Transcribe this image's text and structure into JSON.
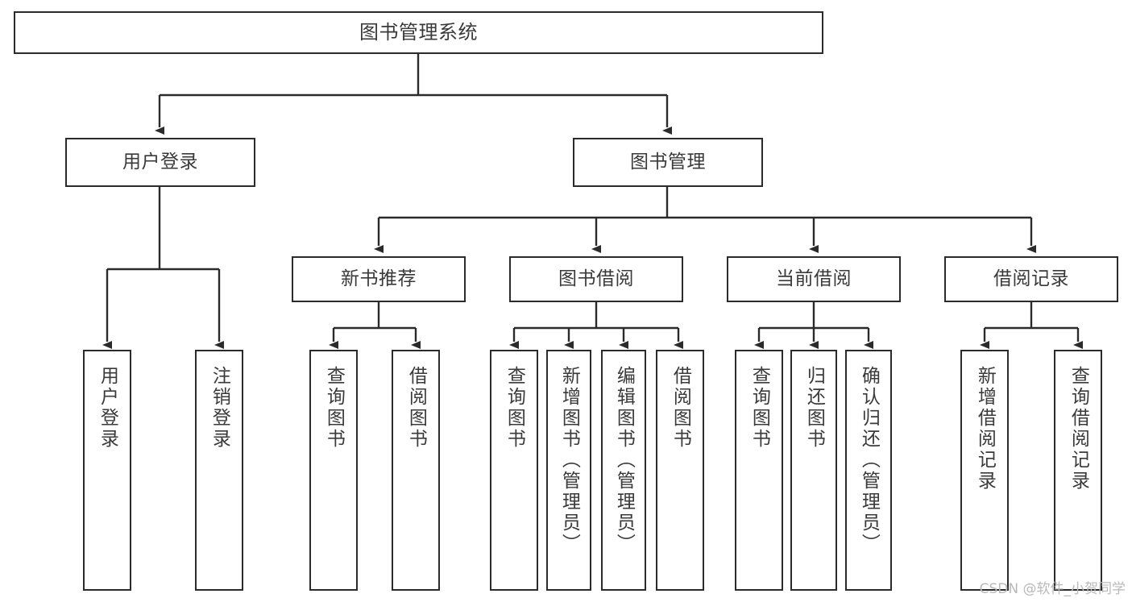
{
  "diagram": {
    "type": "tree",
    "title": "图书管理系统",
    "watermark": "CSDN @软件_小贺同学",
    "colors": {
      "stroke": "#2b2b2b",
      "text": "#3a3a3a",
      "background": "#ffffff",
      "watermark": "#b9b9b9"
    },
    "nodes": {
      "root": {
        "label": "图书管理系统"
      },
      "level1": [
        {
          "label": "用户登录"
        },
        {
          "label": "图书管理"
        }
      ],
      "level2": [
        {
          "label": "新书推荐"
        },
        {
          "label": "图书借阅"
        },
        {
          "label": "当前借阅"
        },
        {
          "label": "借阅记录"
        }
      ],
      "leaves": {
        "user_login": [
          {
            "label": "用户登录"
          },
          {
            "label": "注销登录"
          }
        ],
        "new_book_recommend": [
          {
            "label": "查询图书"
          },
          {
            "label": "借阅图书"
          }
        ],
        "book_borrow": [
          {
            "label": "查询图书"
          },
          {
            "label": "新增图书（管理员）"
          },
          {
            "label": "编辑图书（管理员）"
          },
          {
            "label": "借阅图书"
          }
        ],
        "current_borrow": [
          {
            "label": "查询图书"
          },
          {
            "label": "归还图书"
          },
          {
            "label": "确认归还（管理员）"
          }
        ],
        "borrow_record": [
          {
            "label": "新增借阅记录"
          },
          {
            "label": "查询借阅记录"
          }
        ]
      }
    }
  }
}
